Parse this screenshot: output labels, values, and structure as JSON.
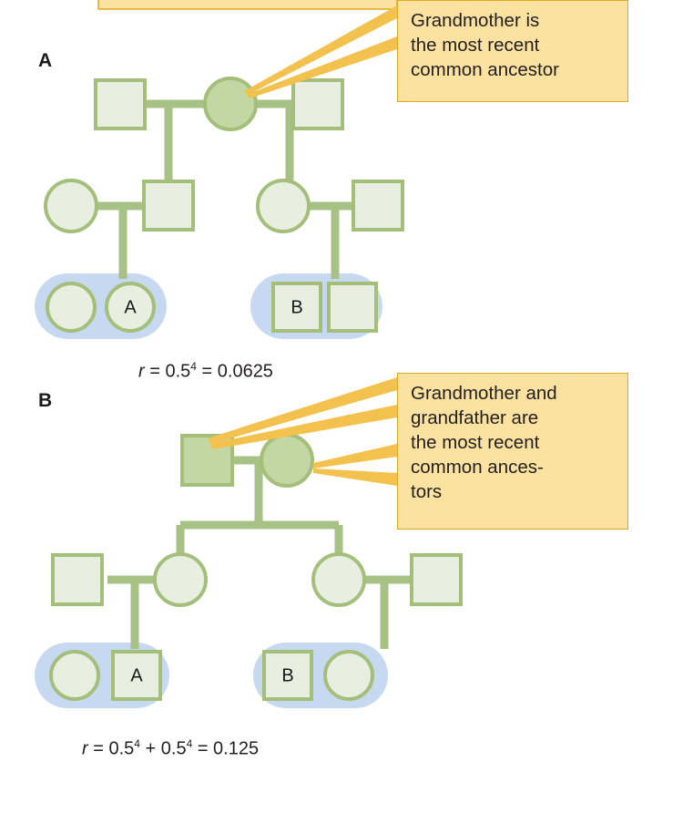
{
  "figure": {
    "type": "pedigree-relatedness-diagram",
    "colors": {
      "symbol_stroke": "#a3bf79",
      "symbol_fill_light": "#e8eee0",
      "symbol_fill_shaded": "#c2d7a4",
      "connector": "#a8c185",
      "pod_fill": "#c6d9f0",
      "callout_fill": "#fbe2a0",
      "callout_border": "#e3a81f",
      "text": "#231f20"
    }
  },
  "panels": [
    {
      "letter": "A",
      "formula": {
        "var": "r",
        "eq1": " = 0.5",
        "exp1": "4",
        "eq2": " = 0.0625",
        "full_text": "r = 0.5^4 = 0.0625"
      },
      "callout": {
        "lines": [
          "Grandmother is",
          "the most recent",
          "common ancestor"
        ],
        "full_text": "Grandmother is the most recent common ancestor"
      },
      "generations": [
        {
          "index": 1,
          "members": [
            {
              "shape": "square",
              "fill": "light",
              "label": ""
            },
            {
              "shape": "circle",
              "fill": "shaded",
              "label": "",
              "role": "grandmother-mrca"
            },
            {
              "shape": "square",
              "fill": "light",
              "label": ""
            }
          ]
        },
        {
          "index": 2,
          "members": [
            {
              "shape": "circle",
              "fill": "light",
              "label": ""
            },
            {
              "shape": "square",
              "fill": "light",
              "label": ""
            },
            {
              "shape": "circle",
              "fill": "light",
              "label": ""
            },
            {
              "shape": "square",
              "fill": "light",
              "label": ""
            }
          ]
        },
        {
          "index": 3,
          "members": [
            {
              "shape": "circle",
              "fill": "light",
              "label": ""
            },
            {
              "shape": "circle",
              "fill": "light",
              "label": "A"
            },
            {
              "shape": "square",
              "fill": "light",
              "label": "B"
            },
            {
              "shape": "square",
              "fill": "light",
              "label": ""
            }
          ]
        }
      ]
    },
    {
      "letter": "B",
      "formula": {
        "var": "r",
        "eq1": " = 0.5",
        "exp1": "4",
        "eq2": " + 0.5",
        "exp2": "4",
        "eq3": " = 0.125",
        "full_text": "r = 0.5^4 + 0.5^4 = 0.125"
      },
      "callout": {
        "lines": [
          "Grandmother and",
          "grandfather are",
          "the most recent",
          "common ances-",
          "tors"
        ],
        "full_text": "Grandmother and grandfather are the most recent common ancestors"
      },
      "generations": [
        {
          "index": 1,
          "members": [
            {
              "shape": "square",
              "fill": "shaded",
              "label": "",
              "role": "grandfather-mrca"
            },
            {
              "shape": "circle",
              "fill": "shaded",
              "label": "",
              "role": "grandmother-mrca"
            }
          ]
        },
        {
          "index": 2,
          "members": [
            {
              "shape": "square",
              "fill": "light",
              "label": ""
            },
            {
              "shape": "circle",
              "fill": "light",
              "label": ""
            },
            {
              "shape": "circle",
              "fill": "light",
              "label": ""
            },
            {
              "shape": "square",
              "fill": "light",
              "label": ""
            }
          ]
        },
        {
          "index": 3,
          "members": [
            {
              "shape": "circle",
              "fill": "light",
              "label": ""
            },
            {
              "shape": "square",
              "fill": "light",
              "label": "A"
            },
            {
              "shape": "square",
              "fill": "light",
              "label": "B"
            },
            {
              "shape": "circle",
              "fill": "light",
              "label": ""
            }
          ]
        }
      ]
    }
  ],
  "labels": {
    "panel_a_letter": "A",
    "panel_b_letter": "B",
    "individual_a": "A",
    "individual_b": "B"
  }
}
